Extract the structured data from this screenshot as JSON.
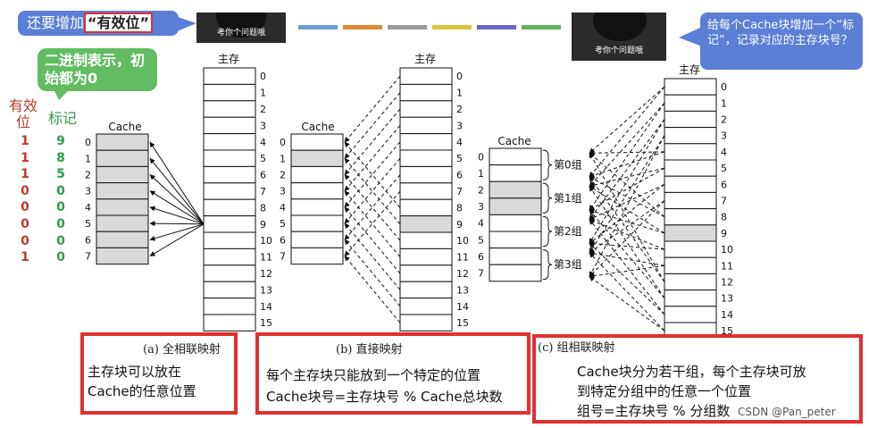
{
  "top_left_bubble": {
    "prefix": "还要增加",
    "highlight": "“有效位”"
  },
  "thumb_left_caption": "考你个问题哦",
  "thumb_right_caption": "考你个问题哦",
  "top_right_bubble": "给每个Cache块增加一个“标记”，记录对应的主存块号？",
  "green_bubble": "二进制表示，初始都为0",
  "valid_label": "有效位",
  "tag_label": "标记",
  "valid_bits": [
    "1",
    "1",
    "1",
    "0",
    "0",
    "0",
    "0",
    "1"
  ],
  "tags": [
    "9",
    "8",
    "5",
    "0",
    "0",
    "0",
    "0",
    "0"
  ],
  "color_bars": [
    "#6f9bd8",
    "#e08a3a",
    "#9a9a9a",
    "#d7c83a",
    "#6a66c8",
    "#5fb35f"
  ],
  "diagram_a": {
    "cache_title": "Cache",
    "memory_title": "主存",
    "cache_rows": [
      "0",
      "1",
      "2",
      "3",
      "4",
      "5",
      "6",
      "7"
    ],
    "memory_rows": [
      "0",
      "1",
      "2",
      "3",
      "4",
      "5",
      "6",
      "7",
      "8",
      "9",
      "10",
      "11",
      "12",
      "13",
      "14",
      "15"
    ],
    "caption": "(a) 全相联映射",
    "desc_line1": "主存块可以放在",
    "desc_line2": "Cache的任意位置"
  },
  "diagram_b": {
    "cache_title": "Cache",
    "memory_title": "主存",
    "cache_rows": [
      "0",
      "1",
      "2",
      "3",
      "4",
      "5",
      "6",
      "7"
    ],
    "memory_rows": [
      "0",
      "1",
      "2",
      "3",
      "4",
      "5",
      "6",
      "7",
      "8",
      "9",
      "10",
      "11",
      "12",
      "13",
      "14",
      "15"
    ],
    "caption": "(b) 直接映射",
    "desc_line1": "每个主存块只能放到一个特定的位置",
    "desc_line2": "Cache块号=主存块号 % Cache总块数"
  },
  "diagram_c": {
    "cache_title": "Cache",
    "memory_title": "主存",
    "cache_rows": [
      "0",
      "1",
      "2",
      "3",
      "4",
      "5",
      "6",
      "7"
    ],
    "groups": [
      "第0组",
      "第1组",
      "第2组",
      "第3组"
    ],
    "memory_rows": [
      "0",
      "1",
      "2",
      "3",
      "4",
      "5",
      "6",
      "7",
      "8",
      "9",
      "10",
      "11",
      "12",
      "13",
      "14",
      "15"
    ],
    "caption": "(c) 组相联映射",
    "desc_line1": "Cache块分为若干组，每个主存块可放",
    "desc_line2": "到特定分组中的任意一个位置",
    "desc_line3": "组号=主存块号 % 分组数"
  },
  "watermark": "CSDN @Pan_peter",
  "colors": {
    "gray_cell": "#d9d9d9",
    "valid_red": "#c0392b",
    "tag_green": "#2e9e4a",
    "bubble_blue": "#5b7fd6",
    "box_red": "#e03030"
  }
}
